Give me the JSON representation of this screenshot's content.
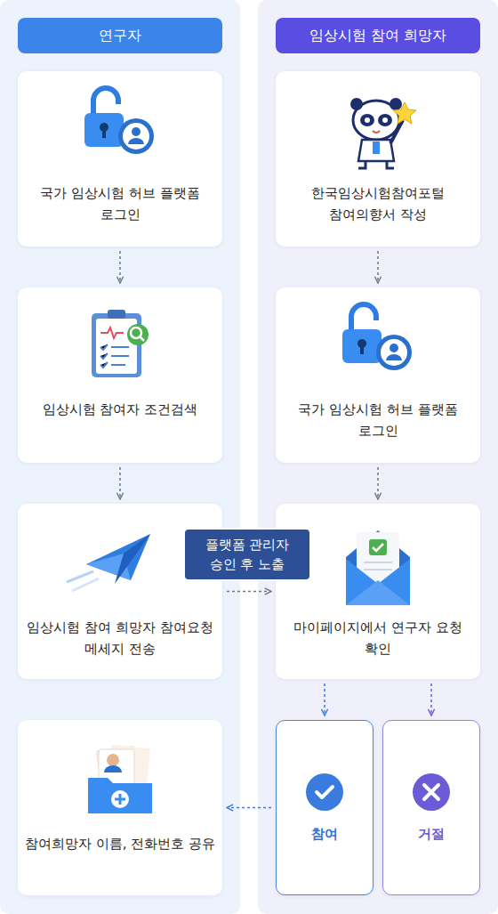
{
  "diagram": {
    "nodes": [
      {
        "text": [
          "연구자"
        ]
      },
      {
        "text": [
          "임상시험 참여 희망자"
        ]
      },
      {
        "text": [
          "국가 임상시험 허브 플랫폼 로그인"
        ],
        "in": 0
      },
      {
        "text": [
          "임상시험 참여자 조건검색"
        ],
        "in": 0
      },
      {
        "text": [
          "임상시험 참여 희망자 참여요청 메세지 전송"
        ],
        "in": 0
      },
      {
        "text": [
          "참여희망자 이름, 전화번호 공유"
        ],
        "in": 0
      },
      {
        "text": [
          "한국임상시험참여포털 참여의향서 작성"
        ],
        "in": 1
      },
      {
        "text": [
          "국가 임상시험 허브 플랫폼 로그인"
        ],
        "in": 1
      },
      {
        "text": [
          "마이페이지에서 연구자 요청 확인"
        ],
        "in": 1
      },
      {
        "text": [
          "참여"
        ],
        "in": 1
      },
      {
        "text": [
          "거절"
        ],
        "in": 1
      }
    ],
    "edges": [
      {
        "from": 2,
        "to": 3,
        "arrow": "to"
      },
      {
        "from": 3,
        "to": 4,
        "arrow": "to"
      },
      {
        "from": 4,
        "to": 8,
        "label": "플랫폼 관리자 승인 후 노출",
        "arrow": "to"
      },
      {
        "from": 6,
        "to": 7,
        "arrow": "to"
      },
      {
        "from": 7,
        "to": 8,
        "arrow": "to"
      },
      {
        "from": 8,
        "to": 9,
        "arrow": "to"
      },
      {
        "from": 8,
        "to": 10,
        "arrow": "to"
      },
      {
        "from": 9,
        "to": 5,
        "arrow": "to"
      }
    ]
  }
}
